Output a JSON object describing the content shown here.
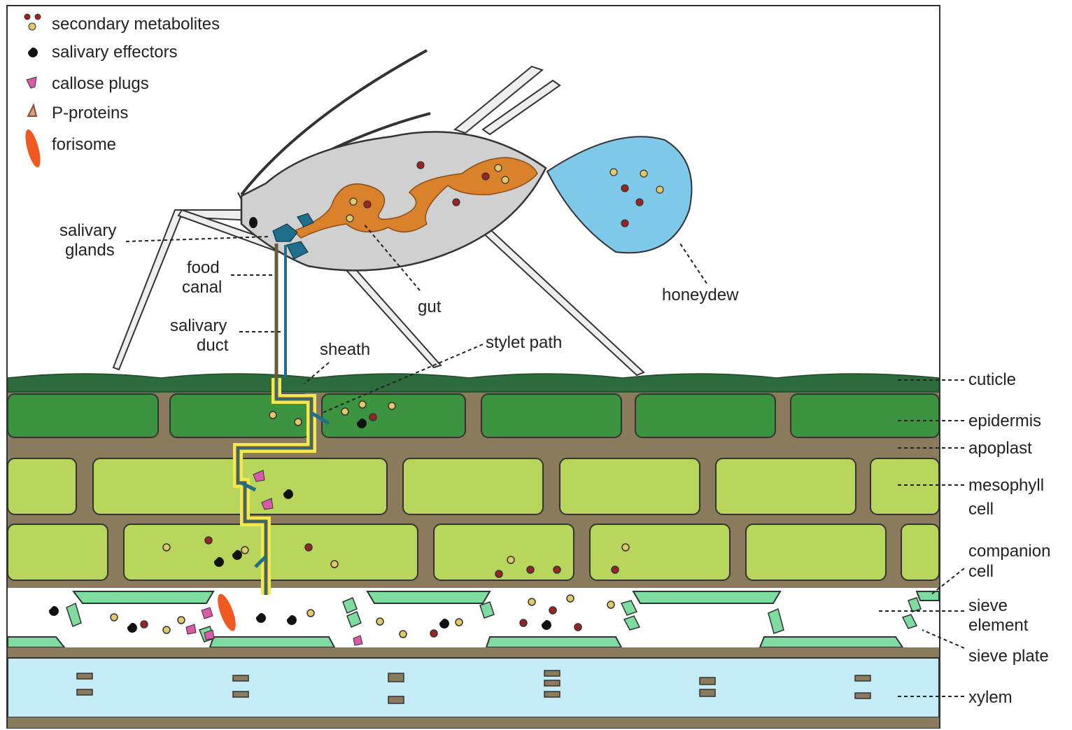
{
  "colors": {
    "cuticle": "#2e6b3c",
    "epidermis": "#3d9440",
    "apoplast": "#8b7b5d",
    "mesophyll": "#b8d65c",
    "sieve_element": "#ffffff",
    "companion": "#7fdca0",
    "xylem": "#c4ecf6",
    "aphid_body": "#d0d0d0",
    "gut": "#d9822b",
    "honeydew": "#7ec8ea",
    "sheath": "#f2e94e",
    "salivary": "#1f6e8c",
    "forisome": "#f05a22",
    "callose": "#d95aa8",
    "metabolite_red": "#9b2323",
    "metabolite_yellow": "#e3c86b"
  },
  "legend": [
    {
      "icon": "secondary-metabolites-icon",
      "label": "secondary metabolites"
    },
    {
      "icon": "salivary-effectors-icon",
      "label": "salivary effectors"
    },
    {
      "icon": "callose-plugs-icon",
      "label": "callose plugs"
    },
    {
      "icon": "p-proteins-icon",
      "label": "P-proteins"
    },
    {
      "icon": "forisome-icon",
      "label": "forisome"
    }
  ],
  "aphid_labels": {
    "salivary_glands": [
      "salivary",
      "glands"
    ],
    "food_canal": [
      "food",
      "canal"
    ],
    "salivary_duct": [
      "salivary",
      "duct"
    ],
    "sheath": "sheath",
    "stylet_path": "stylet path",
    "gut": "gut",
    "honeydew": "honeydew"
  },
  "tissue_labels": {
    "cuticle": "cuticle",
    "epidermis": "epidermis",
    "apoplast": "apoplast",
    "mesophyll": [
      "mesophyll",
      "cell"
    ],
    "companion": [
      "companion",
      "cell"
    ],
    "sieve_element": [
      "sieve",
      "element"
    ],
    "sieve_plate": "sieve plate",
    "xylem": "xylem"
  }
}
